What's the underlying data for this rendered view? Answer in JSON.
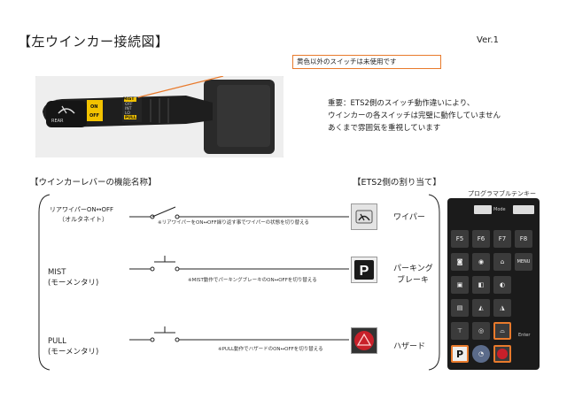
{
  "title": "【左ウインカー接続図】",
  "version": "Ver.1",
  "callout": "黄色以外のスイッチは未使用です",
  "lever_labels": {
    "rear": "REAR",
    "on": "ON",
    "off": "OFF",
    "mist": "MIST",
    "off2": "OFF",
    "int": "INT",
    "lo": "LO",
    "hi": "HI",
    "pull": "PULL"
  },
  "note": {
    "line1": "重要：ETS2側のスイッチ動作違いにより、",
    "line2": "ウインカーの各スイッチは完璧に動作していません",
    "line3": "あくまで雰囲気を重視しています"
  },
  "section_left": "【ウインカーレバーの機能名称】",
  "section_right": "【ETS2側の割り当て】",
  "keypad_label": "プログラマブルテンキー",
  "rows": [
    {
      "name1": "リアワイパーON↔OFF",
      "name2": "（オルタネイト）",
      "note": "※リアワイパーをON↔OFF繰り返す事でワイパーの状態を切り替える",
      "assign1": "ワイパー",
      "assign2": "",
      "icon": "wiper-icon"
    },
    {
      "name1": "MIST",
      "name2": "(モーメンタリ)",
      "note": "※MIST動作でパーキングブレーキのON↔OFFを切り替える",
      "assign1": "パーキング",
      "assign2": "ブレーキ",
      "icon": "parking-p-icon"
    },
    {
      "name1": "PULL",
      "name2": "(モーメンタリ)",
      "note": "※PULL動作でハザードのON↔OFFを切り替える",
      "assign1": "ハザード",
      "assign2": "",
      "icon": "hazard-icon"
    }
  ],
  "keypad": {
    "mode_label": "Mode",
    "f_keys": [
      "F5",
      "F6",
      "F7",
      "F8"
    ],
    "menu": "MENU",
    "enter": "Enter"
  },
  "colors": {
    "accent_orange": "#e87a2c",
    "yellow": "#f2c200",
    "hazard_red": "#c8202a"
  }
}
